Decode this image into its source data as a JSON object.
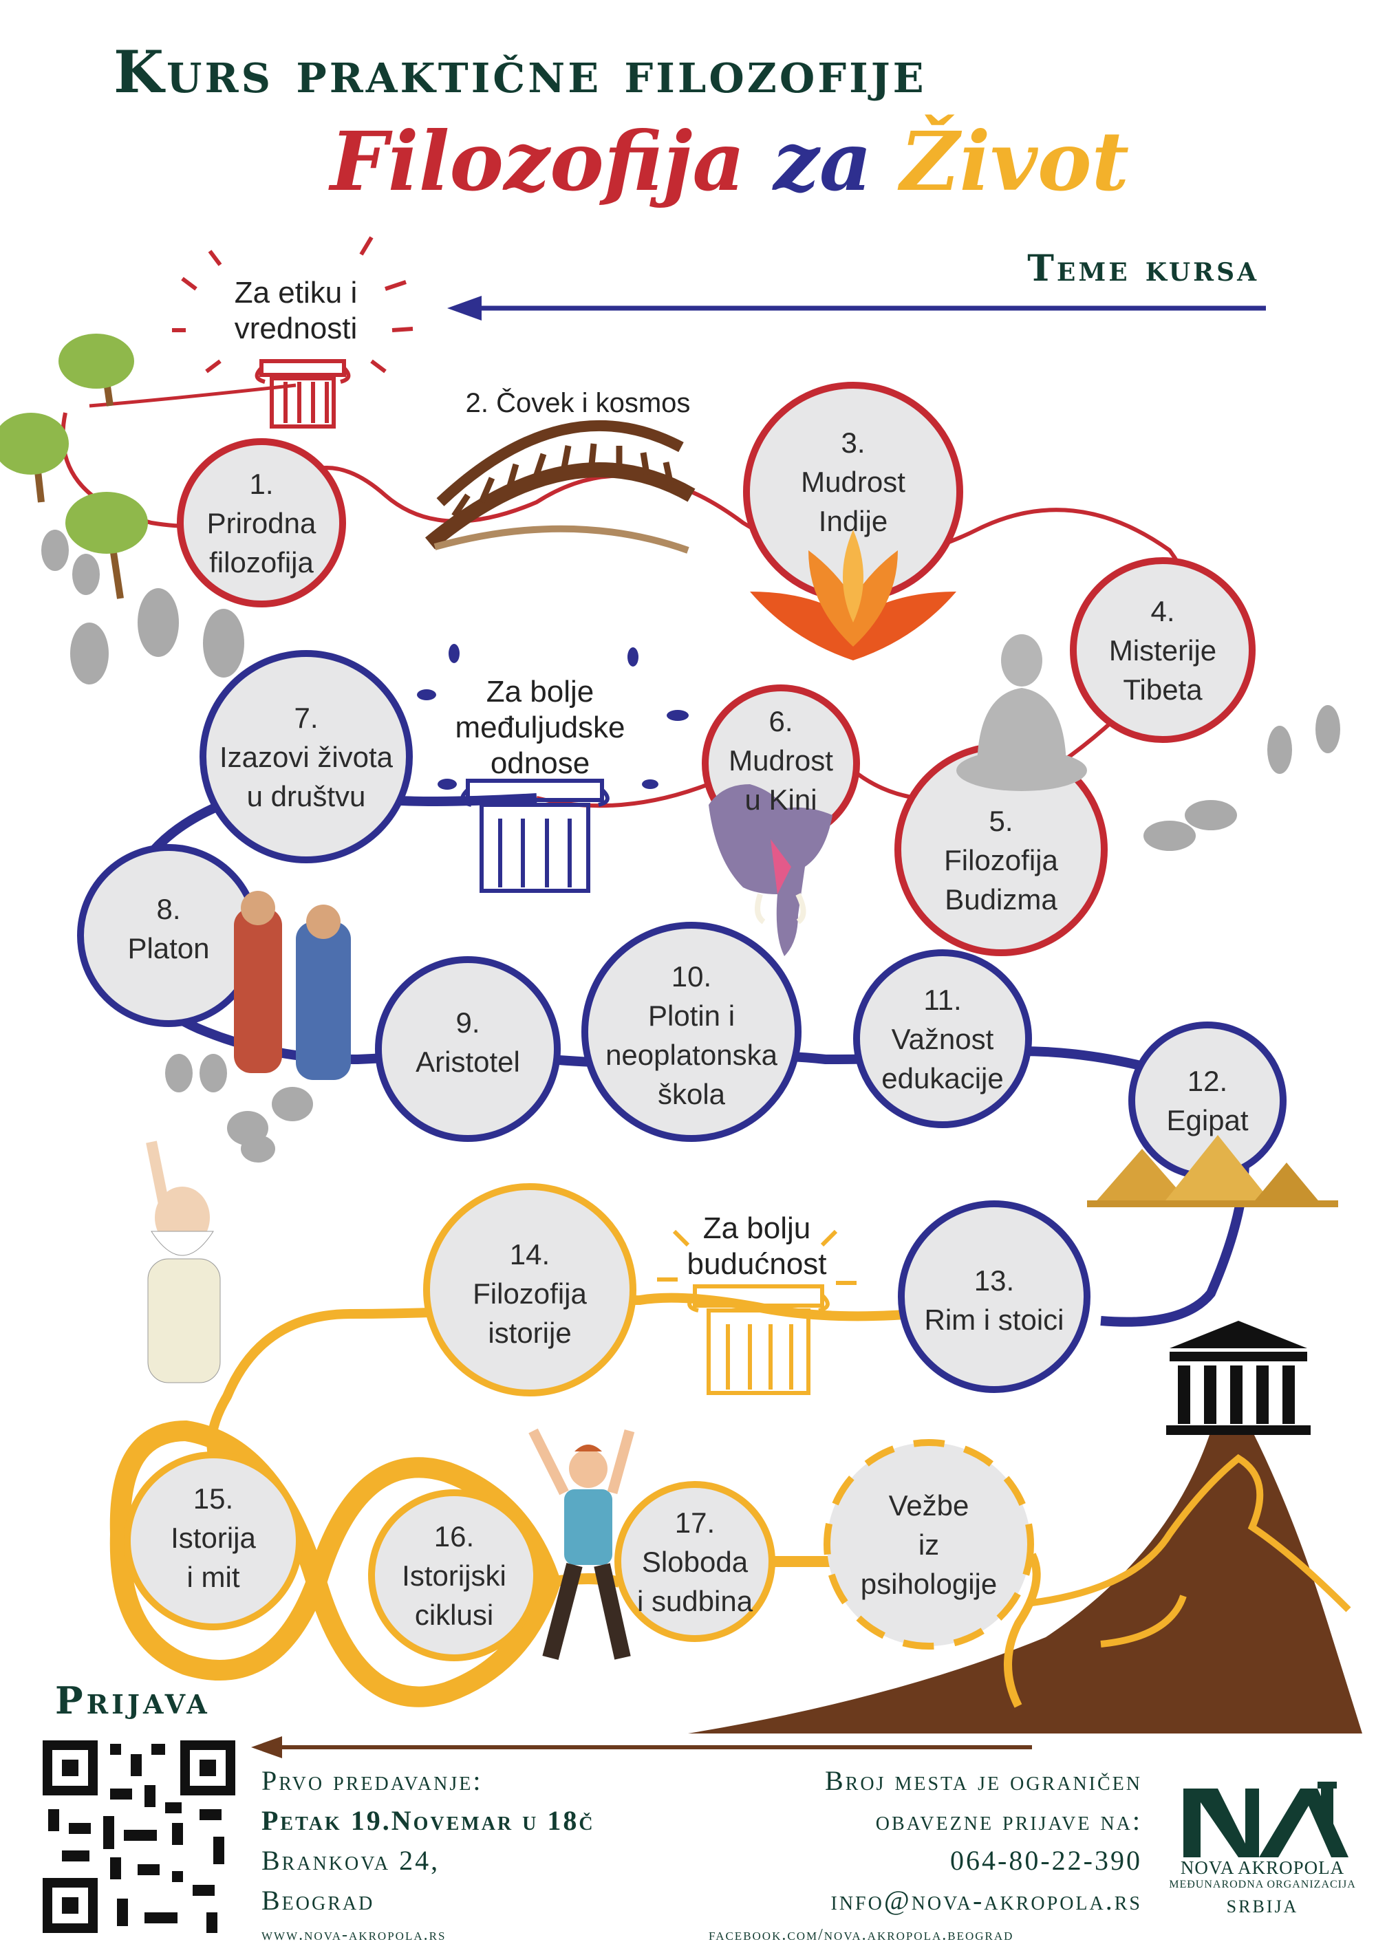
{
  "header": {
    "course": "Kurs praktične filozofije",
    "title_part1": "Filozofija",
    "title_part2": "za",
    "title_part3": "Život",
    "topics_label": "Teme kursa"
  },
  "colors": {
    "dark_green": "#123c31",
    "red": "#c42a32",
    "navy": "#2e2f8f",
    "orange": "#f3b12b",
    "circle_fill": "#e7e7e8",
    "mountain": "#6b3a1d"
  },
  "section_labels": {
    "ethics": "Za etiku i vrednosti",
    "relations": "Za bolje međuljudske odnose",
    "future": "Za bolju budućnost"
  },
  "bridge_label": "2. Čovek i kosmos",
  "topics": [
    {
      "num": "1.",
      "lines": [
        "Prirodna",
        "filozofija"
      ]
    },
    {
      "num": "3.",
      "lines": [
        "Mudrost",
        "Indije"
      ]
    },
    {
      "num": "4.",
      "lines": [
        "Misterije",
        "Tibeta"
      ]
    },
    {
      "num": "5.",
      "lines": [
        "Filozofija",
        "Budizma"
      ]
    },
    {
      "num": "6.",
      "lines": [
        "Mudrost",
        "u Kini"
      ]
    },
    {
      "num": "7.",
      "lines": [
        "Izazovi života",
        "u društvu"
      ]
    },
    {
      "num": "8.",
      "lines": [
        "Platon"
      ]
    },
    {
      "num": "9.",
      "lines": [
        "Aristotel"
      ]
    },
    {
      "num": "10.",
      "lines": [
        "Plotin i",
        "neoplatonska",
        "škola"
      ]
    },
    {
      "num": "11.",
      "lines": [
        "Važnost",
        "edukacije"
      ]
    },
    {
      "num": "12.",
      "lines": [
        "Egipat"
      ]
    },
    {
      "num": "13.",
      "lines": [
        "Rim i stoici"
      ]
    },
    {
      "num": "14.",
      "lines": [
        "Filozofija",
        "istorije"
      ]
    },
    {
      "num": "15.",
      "lines": [
        "Istorija",
        "i mit"
      ]
    },
    {
      "num": "16.",
      "lines": [
        "Istorijski",
        "ciklusi"
      ]
    },
    {
      "num": "17.",
      "lines": [
        "Sloboda",
        "i sudbina"
      ]
    },
    {
      "num": "",
      "lines": [
        "Vežbe",
        "iz",
        "psihologije"
      ]
    }
  ],
  "registration": {
    "heading": "Prijava",
    "first_lecture_label": "Prvo predavanje:",
    "date": "Petak 19.Novemar u 18č",
    "address_line1": "Brankova 24,",
    "address_line2": "Beograd",
    "limited_places": "Broj mesta je ograničen",
    "mandatory": "obavezne prijave na:",
    "phone": "064-80-22-390",
    "email": "info@nova-akropola.rs",
    "website": "www.nova-akropola.rs",
    "facebook": "facebook.com/nova.akropola.beograd"
  },
  "logo": {
    "name": "Nova Akropola",
    "subtitle": "Međunarodna organizacija",
    "country": "Srbija"
  }
}
